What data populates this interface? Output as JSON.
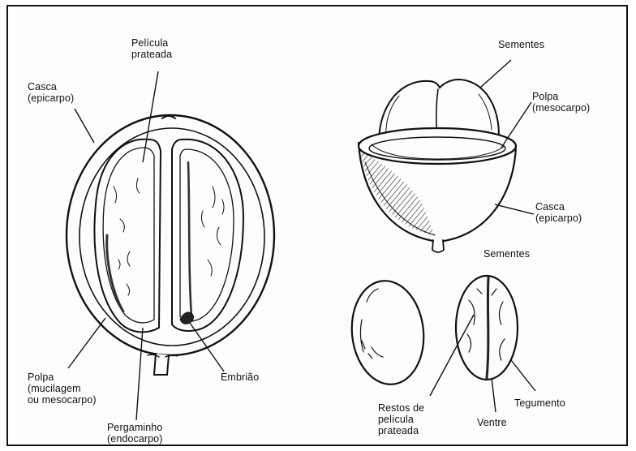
{
  "labels": {
    "pelicula_prateada": [
      "Película",
      "prateada"
    ],
    "casca_left": [
      "Casca",
      "(epicarpo)"
    ],
    "polpa_left": [
      "Polpa",
      "(mucilagem",
      "ou mesocarpo)"
    ],
    "pergaminho": [
      "Pergaminho",
      "(endocarpo)"
    ],
    "embriao": [
      "Embrião"
    ],
    "sementes_top": [
      "Sementes"
    ],
    "polpa_right": [
      "Polpa",
      "(mesocarpo)"
    ],
    "casca_right": [
      "Casca",
      "(epicarpo)"
    ],
    "sementes_mid": [
      "Sementes"
    ],
    "restos": [
      "Restos de",
      "película",
      "prateada"
    ],
    "ventre": [
      "Ventre"
    ],
    "tegumento": [
      "Tegumento"
    ]
  }
}
